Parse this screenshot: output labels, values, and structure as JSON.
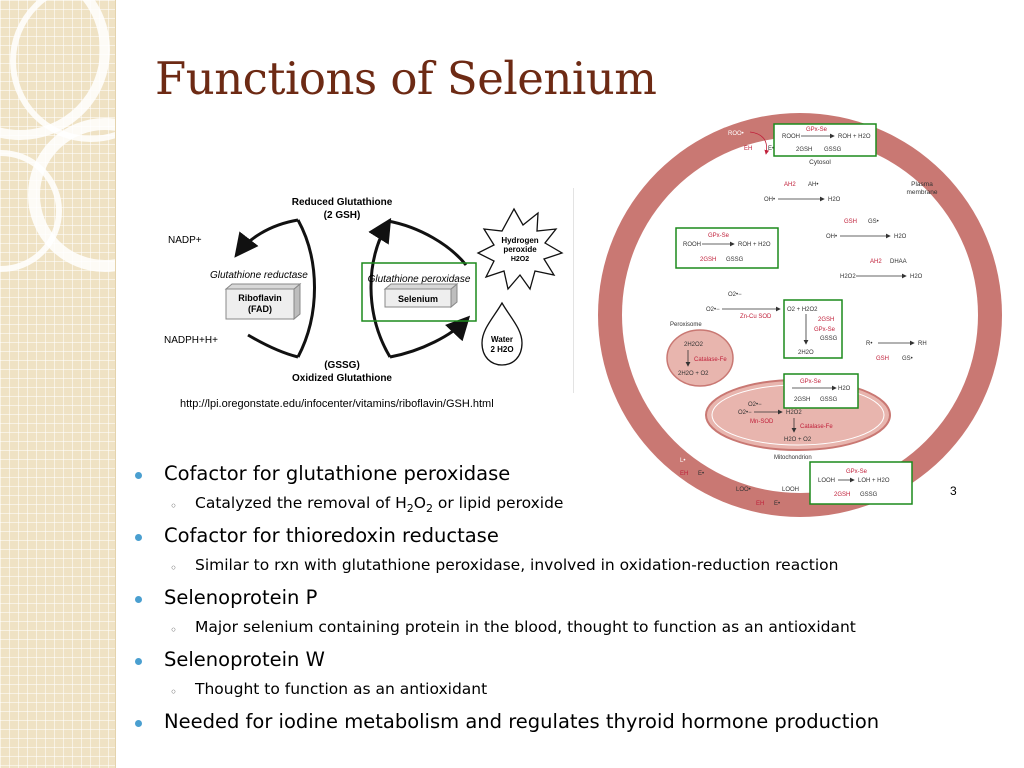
{
  "title": "Functions of Selenium",
  "slide_number": "3",
  "source_url": "http://lpi.oregonstate.edu/infocenter/vitamins/riboflavin/GSH.html",
  "bullets": [
    {
      "text": "Cofactor for glutathione peroxidase",
      "sub": {
        "before": "Catalyzed the removal of H",
        "s1": "2",
        "mid": "O",
        "s2": "2",
        "after": " or lipid peroxide"
      }
    },
    {
      "text": "Cofactor for thioredoxin reductase",
      "sub_text": "Similar to rxn with glutathione peroxidase, involved in oxidation-reduction reaction"
    },
    {
      "text": "Selenoprotein P",
      "sub_text": "Major selenium containing protein in the blood, thought to function as an antioxidant"
    },
    {
      "text": "Selenoprotein W",
      "sub_text": "Thought to function as an antioxidant"
    },
    {
      "text": "Needed for iodine metabolism and regulates thyroid hormone production"
    }
  ],
  "gsh_cycle": {
    "reduced_glutathione": "Reduced Glutathione",
    "reduced_glutathione_sub": "(2 GSH)",
    "oxidized_glutathione_sub": "(GSSG)",
    "oxidized_glutathione": "Oxidized Glutathione",
    "nadp": "NADP+",
    "nadph": "NADPH+H+",
    "glutathione_reductase": "Glutathione reductase",
    "riboflavin": "Riboflavin",
    "fad": "(FAD)",
    "glutathione_peroxidase": "Glutathione peroxidase",
    "selenium": "Selenium",
    "hydrogen_peroxide_1": "Hydrogen",
    "hydrogen_peroxide_2": "peroxide",
    "hydrogen_peroxide_3": "H2O2",
    "water_1": "Water",
    "water_2": "2 H2O"
  },
  "cell_diagram": {
    "cytosol": "Cytosol",
    "plasma_membrane_1": "Plasma",
    "plasma_membrane_2": "membrane",
    "peroxisome": "Peroxisome",
    "mitochondrion": "Mitochondrion",
    "gpx_se": "GPx-Se",
    "rooh": "ROOH",
    "roh_h2o": "ROH + H2O",
    "two_gsh": "2GSH",
    "gssg": "GSSG",
    "roo": "ROO•",
    "eh": "EH",
    "e": "E•",
    "ah2": "AH2",
    "ah": "AH•",
    "oh": "OH•",
    "h2o": "H2O",
    "gsh": "GSH",
    "gs": "GS•",
    "dhaa": "DHAA",
    "h2o2": "H2O2",
    "o2_minus": "O2•−",
    "zn_cu_sod": "Zn-Cu SOD",
    "o2_h2o2": "O2 + H2O2",
    "two_h2o": "2H2O",
    "two_h2o2": "2H2O2",
    "catalase_fe": "Catalase-Fe",
    "two_h2o_o2": "2H2O + O2",
    "r": "R•",
    "rh": "RH",
    "mn_sod": "Mn-SOD",
    "h2o_o2": "H2O + O2",
    "l": "L•",
    "lh": "LH",
    "loo": "LOO•",
    "looh": "LOOH",
    "loh_h2o": "LOH + H2O"
  },
  "colors": {
    "title": "#6d2a14",
    "bullet_dot": "#4a9fd0",
    "cell_ring": "#c97873",
    "cell_red_text": "#c0203a",
    "highlight_box": "#1c8a1c",
    "organelle_fill": "#e8b5ae"
  }
}
